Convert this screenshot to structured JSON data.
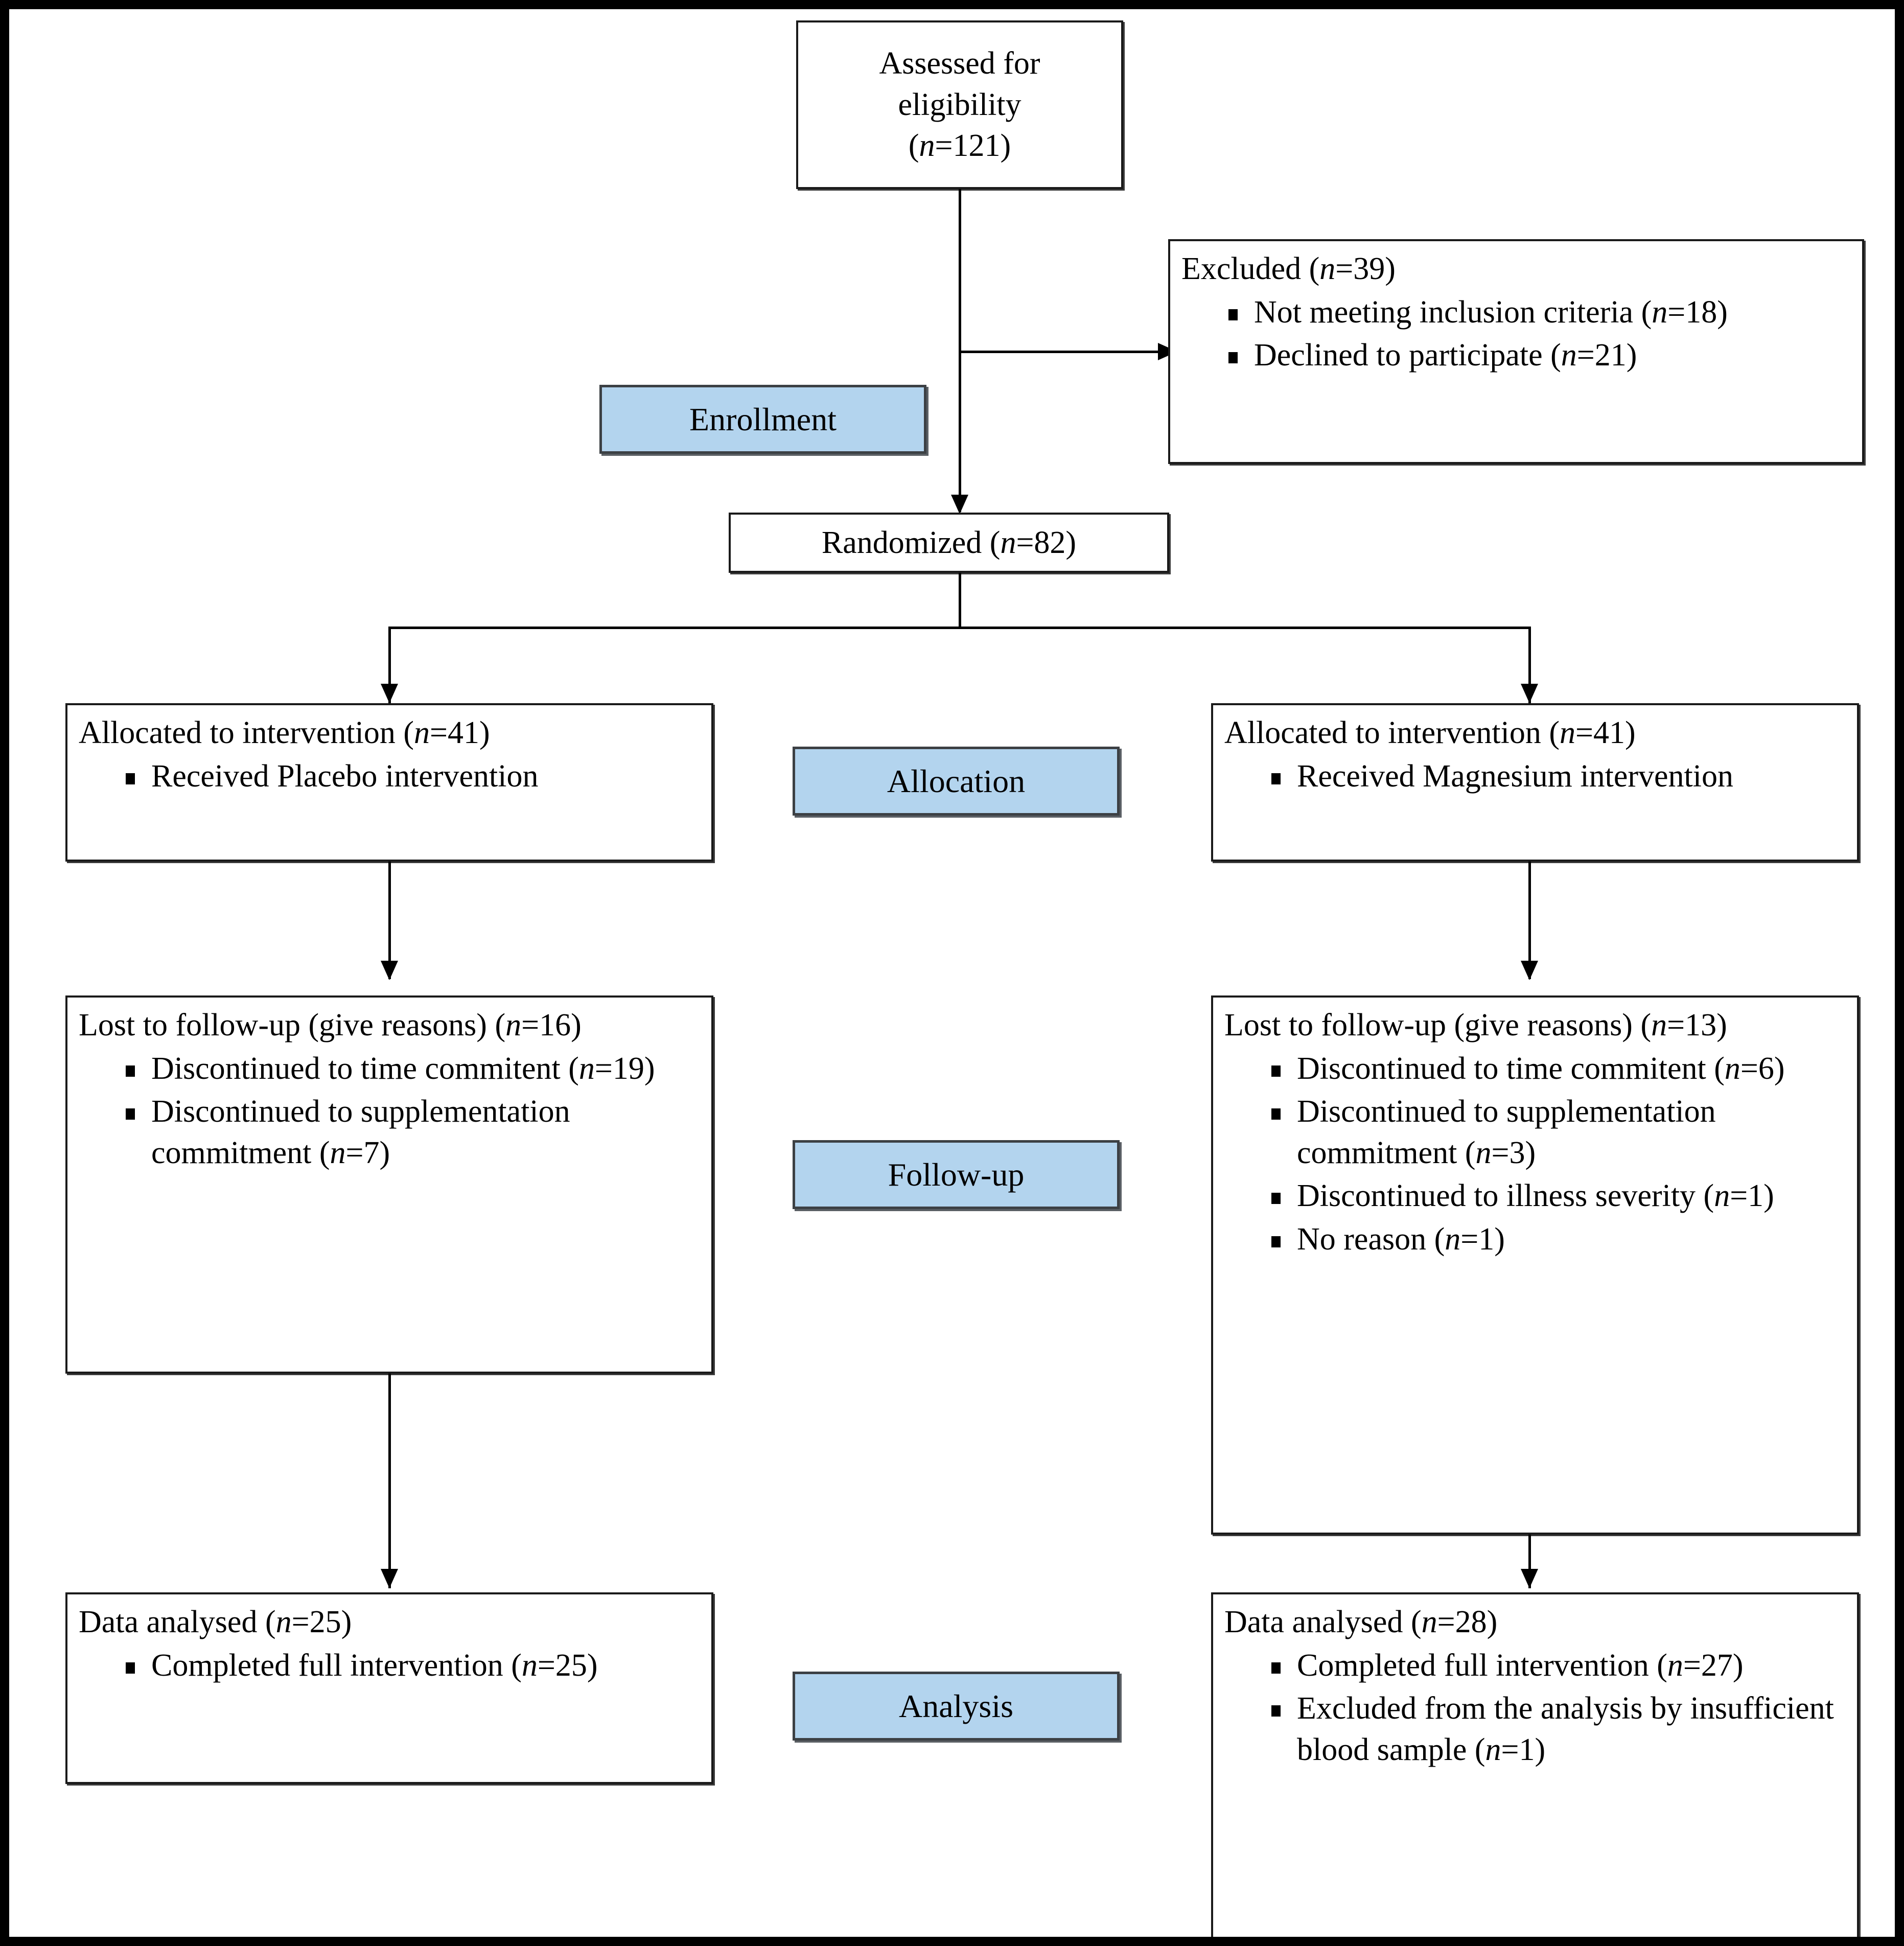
{
  "figure": {
    "type": "consort-flow-diagram",
    "border_color": "#000000",
    "stage_fill_color": "#b3d4ee",
    "box_border_color": "#1a1a1a"
  },
  "stages": [
    {
      "key": "enrollment",
      "label": "Enrollment"
    },
    {
      "key": "allocation",
      "label": "Allocation"
    },
    {
      "key": "followup",
      "label": "Follow-up"
    },
    {
      "key": "analysis",
      "label": "Analysis"
    }
  ],
  "nodes": {
    "assessed": {
      "head_line1": "Assessed for",
      "head_line2": "eligibility",
      "head_line3": "(n=121)",
      "n": 121
    },
    "excluded": {
      "head": "Excluded (n=39)",
      "n": 39,
      "bullets": [
        {
          "text": "Not meeting inclusion criteria (n=18)",
          "n": 18
        },
        {
          "text": "Declined to participate (n=21)",
          "n": 21
        }
      ]
    },
    "randomized": {
      "head": "Randomized (n=82)",
      "n": 82
    },
    "alloc_left": {
      "head": "Allocated to intervention (n=41)",
      "n": 41,
      "bullets": [
        {
          "text": "Received Placebo intervention"
        }
      ]
    },
    "alloc_right": {
      "head": "Allocated to intervention (n=41)",
      "n": 41,
      "bullets": [
        {
          "text": "Received Magnesium intervention"
        }
      ]
    },
    "follow_left": {
      "head": "Lost to follow-up (give reasons) (n=16)",
      "n": 16,
      "bullets": [
        {
          "text": "Discontinued to time commitent (n=19)",
          "n": 19
        },
        {
          "text": "Discontinued to supplementation commitment (n=7)",
          "n": 7
        }
      ]
    },
    "follow_right": {
      "head": "Lost to follow-up (give reasons) (n=13)",
      "n": 13,
      "bullets": [
        {
          "text": "Discontinued to time commitent (n=6)",
          "n": 6
        },
        {
          "text": "Discontinued to supplementation commitment (n=3)",
          "n": 3
        },
        {
          "text": "Discontinued to illness severity (n=1)",
          "n": 1
        },
        {
          "text": "No reason (n=1)",
          "n": 1
        }
      ]
    },
    "analysis_left": {
      "head": "Data analysed (n=25)",
      "n": 25,
      "bullets": [
        {
          "text": "Completed full intervention (n=25)",
          "n": 25
        }
      ]
    },
    "analysis_right": {
      "head": "Data analysed (n=28)",
      "n": 28,
      "bullets": [
        {
          "text": "Completed full intervention (n=27)",
          "n": 27
        },
        {
          "text": "Excluded from the analysis by insufficient blood sample (n=1)",
          "n": 1
        }
      ]
    }
  }
}
